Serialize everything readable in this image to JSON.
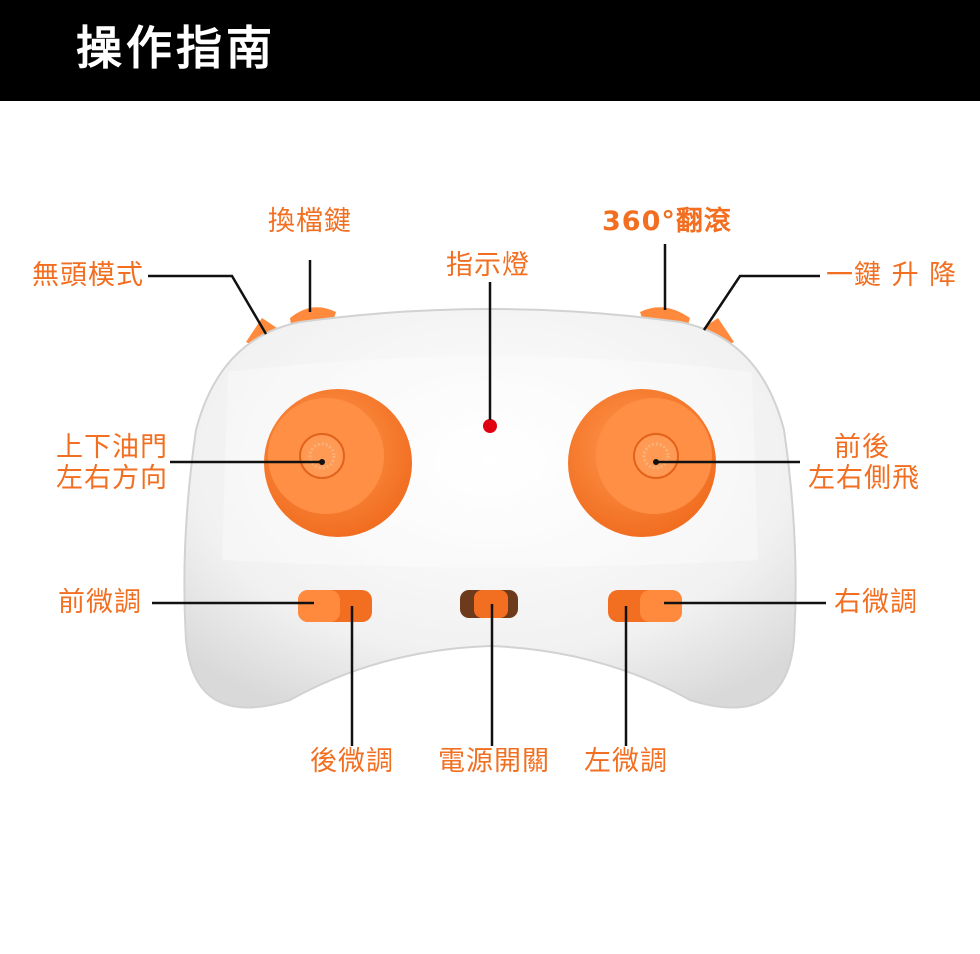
{
  "header": {
    "title": "操作指南"
  },
  "colors": {
    "accent": "#f26f21",
    "accent_light": "#ff8a3d",
    "body": "#ececec",
    "line": "#111111",
    "indicator": "#e00012"
  },
  "labels": {
    "headless_mode": "無頭模式",
    "shift_key": "換檔鍵",
    "indicator_light": "指示燈",
    "flip_360": "360°翻滾",
    "one_key_updown": "一鍵 升 降",
    "left_stick_line1": "上下油門",
    "left_stick_line2": "左右方向",
    "right_stick_line1": "前後",
    "right_stick_line2": "左右側飛",
    "front_trim": "前微調",
    "right_trim": "右微調",
    "back_trim": "後微調",
    "power_switch": "電源開關",
    "left_trim": "左微調"
  }
}
